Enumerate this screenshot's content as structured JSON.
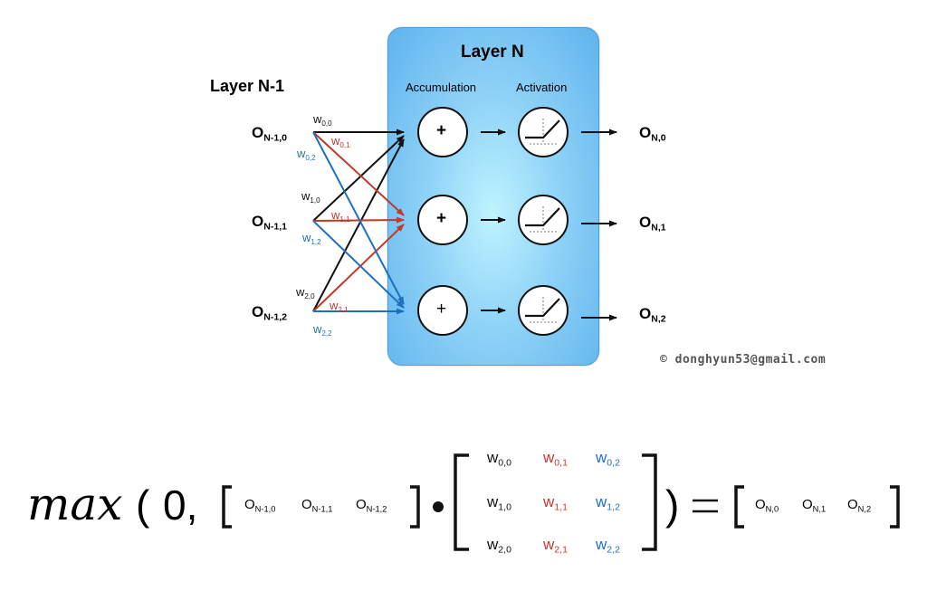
{
  "layer_prev_title": "Layer N-1",
  "layer_title": "Layer N",
  "accumulation_label": "Accumulation",
  "activation_label": "Activation",
  "plus_symbols": [
    "+",
    "+",
    "+"
  ],
  "inputs": [
    {
      "main": "O",
      "sub": "N-1,0"
    },
    {
      "main": "O",
      "sub": "N-1,1"
    },
    {
      "main": "O",
      "sub": "N-1,2"
    }
  ],
  "outputs": [
    {
      "main": "O",
      "sub": "N,0"
    },
    {
      "main": "O",
      "sub": "N,1"
    },
    {
      "main": "O",
      "sub": "N,2"
    }
  ],
  "weights": [
    {
      "main": "w",
      "sub": "0,0"
    },
    {
      "main": "w",
      "sub": "0,1"
    },
    {
      "main": "w",
      "sub": "0,2"
    },
    {
      "main": "w",
      "sub": "1,0"
    },
    {
      "main": "w",
      "sub": "1,1"
    },
    {
      "main": "w",
      "sub": "1,2"
    },
    {
      "main": "w",
      "sub": "2,0"
    },
    {
      "main": "w",
      "sub": "2,1"
    },
    {
      "main": "w",
      "sub": "2,2"
    }
  ],
  "copyright": "©  donghyun53@gmail.com",
  "equation": {
    "func": "max",
    "open_paren": "(",
    "zero_comma": "0,",
    "dot": "•",
    "close_paren": ")",
    "equals": "=",
    "lbracket": "[",
    "rbracket": "]",
    "input_vector": [
      {
        "main": "O",
        "sub": "N-1,0"
      },
      {
        "main": "O",
        "sub": "N-1,1"
      },
      {
        "main": "O",
        "sub": "N-1,2"
      }
    ],
    "output_vector": [
      {
        "main": "O",
        "sub": "N,0"
      },
      {
        "main": "O",
        "sub": "N,1"
      },
      {
        "main": "O",
        "sub": "N,2"
      }
    ]
  },
  "colors": {
    "black": "#111111",
    "red": "#c0392b",
    "blue": "#1f6fbf",
    "layer_fill": "#8fd2f7"
  }
}
